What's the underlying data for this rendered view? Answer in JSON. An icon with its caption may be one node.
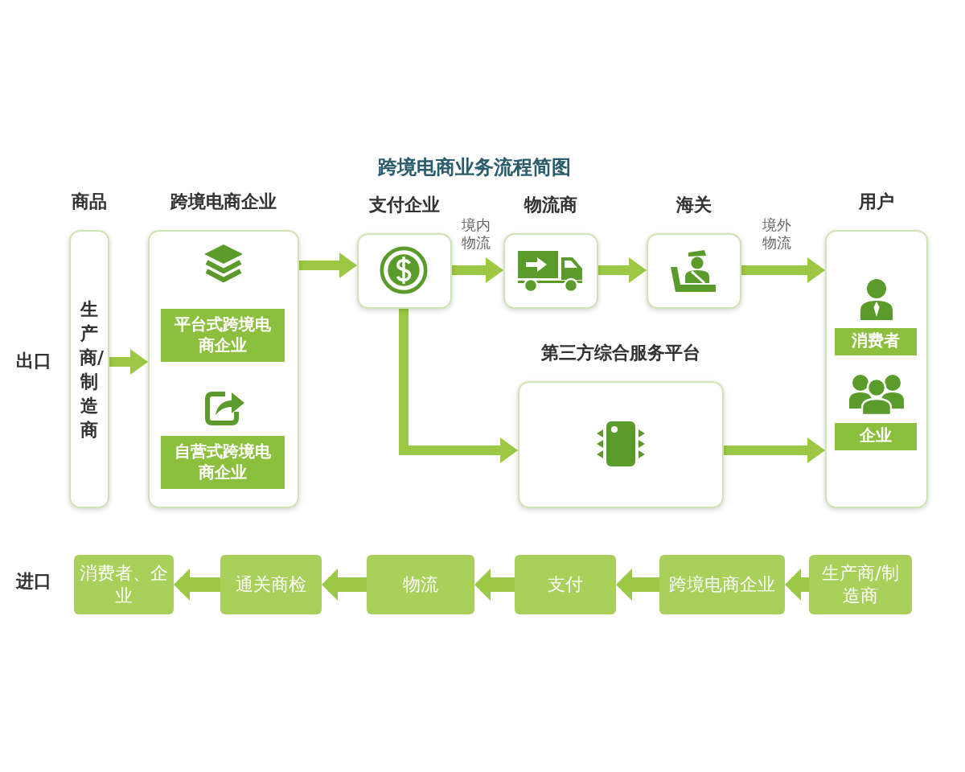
{
  "diagram": {
    "title": "跨境电商业务流程简图",
    "nodes": [
      {
        "text": [
          "商品",
          "生产商/制造商"
        ]
      },
      {
        "text": [
          "跨境电商企业"
        ]
      },
      {
        "text": [
          "平台式跨境电商企业"
        ],
        "in": 1
      },
      {
        "text": [
          "自营式跨境电商企业"
        ],
        "in": 1
      },
      {
        "text": [
          "支付企业"
        ]
      },
      {
        "text": [
          "物流商"
        ]
      },
      {
        "text": [
          "海关"
        ]
      },
      {
        "text": [
          "用户"
        ]
      },
      {
        "text": [
          "消费者"
        ],
        "in": 7
      },
      {
        "text": [
          "企业"
        ],
        "in": 7
      },
      {
        "text": [
          "第三方综合服务平台"
        ]
      },
      {
        "text": [
          "生产商/制造商"
        ]
      },
      {
        "text": [
          "跨境电商企业"
        ]
      },
      {
        "text": [
          "支付"
        ]
      },
      {
        "text": [
          "物流"
        ]
      },
      {
        "text": [
          "通关商检"
        ]
      },
      {
        "text": [
          "消费者、企业"
        ]
      }
    ],
    "edges": [
      {
        "from": 0,
        "to": 1,
        "arrow": "to"
      },
      {
        "from": 1,
        "to": 4,
        "arrow": "to"
      },
      {
        "from": 4,
        "to": 5,
        "arrow": "to",
        "label": "境内物流"
      },
      {
        "from": 5,
        "to": 6,
        "arrow": "to"
      },
      {
        "from": 6,
        "to": 7,
        "arrow": "to",
        "label": "境外物流"
      },
      {
        "from": 4,
        "to": 10,
        "arrow": "to"
      },
      {
        "from": 10,
        "to": 7,
        "arrow": "to"
      },
      {
        "from": 11,
        "to": 12,
        "arrow": "to"
      },
      {
        "from": 12,
        "to": 13,
        "arrow": "to"
      },
      {
        "from": 13,
        "to": 14,
        "arrow": "to"
      },
      {
        "from": 14,
        "to": 15,
        "arrow": "to"
      },
      {
        "from": 15,
        "to": 16,
        "arrow": "to"
      }
    ],
    "labels": [
      "出口",
      "进口"
    ]
  }
}
